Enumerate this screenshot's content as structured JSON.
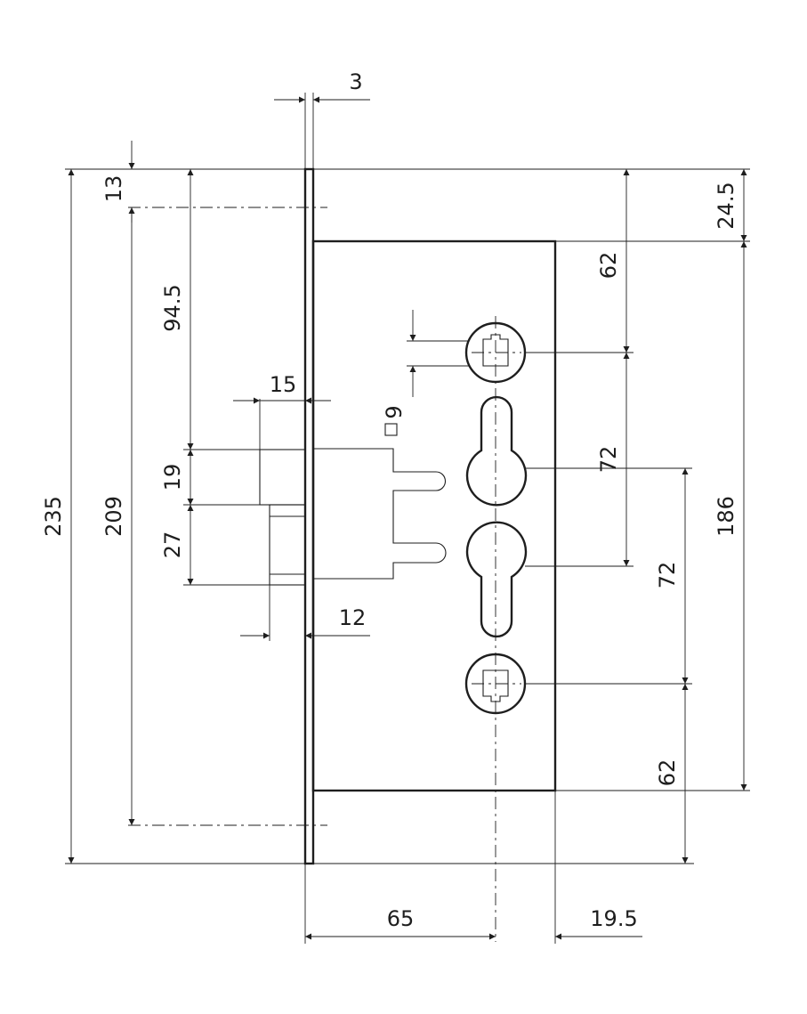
{
  "dimensions": {
    "faceplate_thickness": "3",
    "top_offset": "13",
    "top_to_body": "24.5",
    "follower_top": "62",
    "follower_to_cylinder_upper": "94.5",
    "latch_projection": "15",
    "spindle_square": "9",
    "latch_height": "19",
    "deadbolt_height": "27",
    "overall_height": "235",
    "fixing_centers": "209",
    "case_height": "186",
    "centers_upper": "72",
    "centers_lower": "72",
    "deadbolt_projection": "12",
    "follower_bottom": "62",
    "backset": "65",
    "case_rear": "19.5"
  },
  "colors": {
    "ink": "#1e1e1e",
    "paper": "#ffffff"
  }
}
